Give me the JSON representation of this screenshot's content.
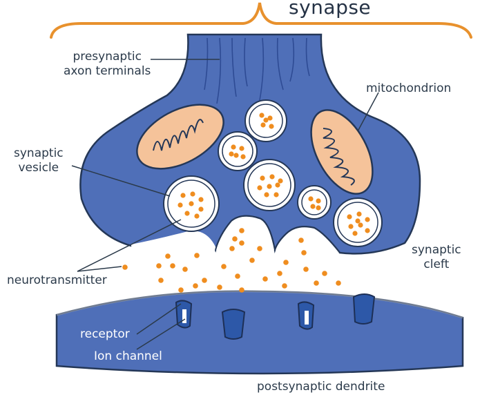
{
  "title": "synapse",
  "labels": {
    "presynaptic_line1": "presynaptic",
    "presynaptic_line2": "axon terminals",
    "mitochondrion": "mitochondrion",
    "vesicle_line1": "synaptic",
    "vesicle_line2": "vesicle",
    "cleft_line1": "synaptic",
    "cleft_line2": "cleft",
    "neurotransmitter": "neurotransmitter",
    "receptor": "receptor",
    "ion_channel": "Ion channel",
    "postsynaptic": "postsynaptic dendrite"
  },
  "colors": {
    "bracket": "#e8912d",
    "membrane": "#4f6fb8",
    "membrane_dark": "#2e4b94",
    "outline": "#243757",
    "mitochondrion": "#f5c39a",
    "transmitter": "#ef8d1f",
    "channel": "#2d58a8"
  }
}
